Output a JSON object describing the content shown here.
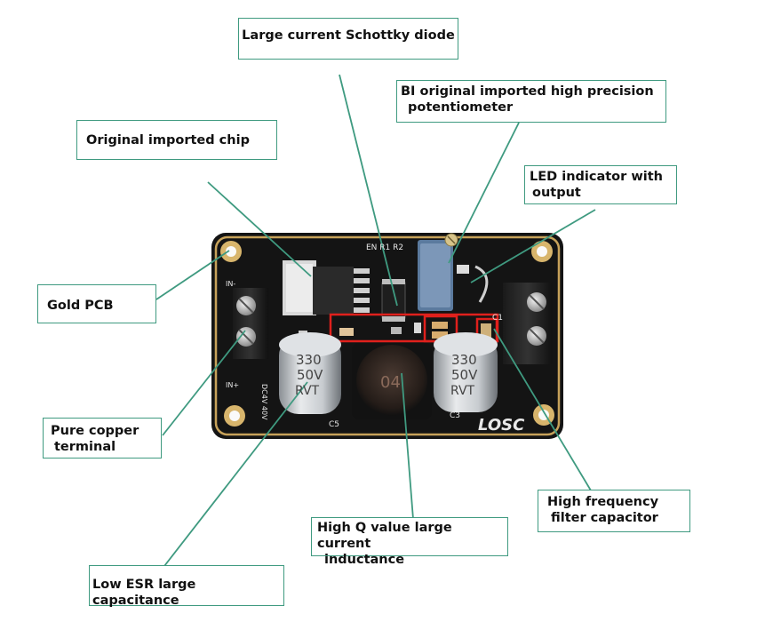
{
  "labels": {
    "schottky": "Large current  Schottky diode",
    "potentiometer_line1": "BI original imported high precision",
    "potentiometer_line2": "potentiometer",
    "chip": "Original imported chip",
    "led_line1": "LED indicator with",
    "led_line2": "output",
    "gold_pcb": "Gold PCB",
    "terminal_line1": "Pure copper",
    "terminal_line2": "terminal",
    "filter_line1": "High frequency",
    "filter_line2": "filter capacitor",
    "inductance_line1": "High Q value large current",
    "inductance_line2": "inductance",
    "capacitance": "Low ESR large capacitance"
  },
  "board": {
    "brand": "LOSC",
    "silk_top": "EN  R1  R2",
    "cap_left_value": "330",
    "cap_left_voltage": "50V",
    "cap_left_series": "RVT",
    "cap_right_value": "330",
    "cap_right_voltage": "50V",
    "cap_right_series": "RVT",
    "inductor_marking": "04",
    "left_pin_top": "IN-",
    "left_pin_bottom": "IN+",
    "left_side_text": "DC4V  40V",
    "c3": "C3",
    "c5": "C5",
    "c1": "C1"
  },
  "colors": {
    "leader": "#3f9a80",
    "pcb": "#151515",
    "gold": "#d4b26a",
    "highlight": "#e0201c"
  }
}
